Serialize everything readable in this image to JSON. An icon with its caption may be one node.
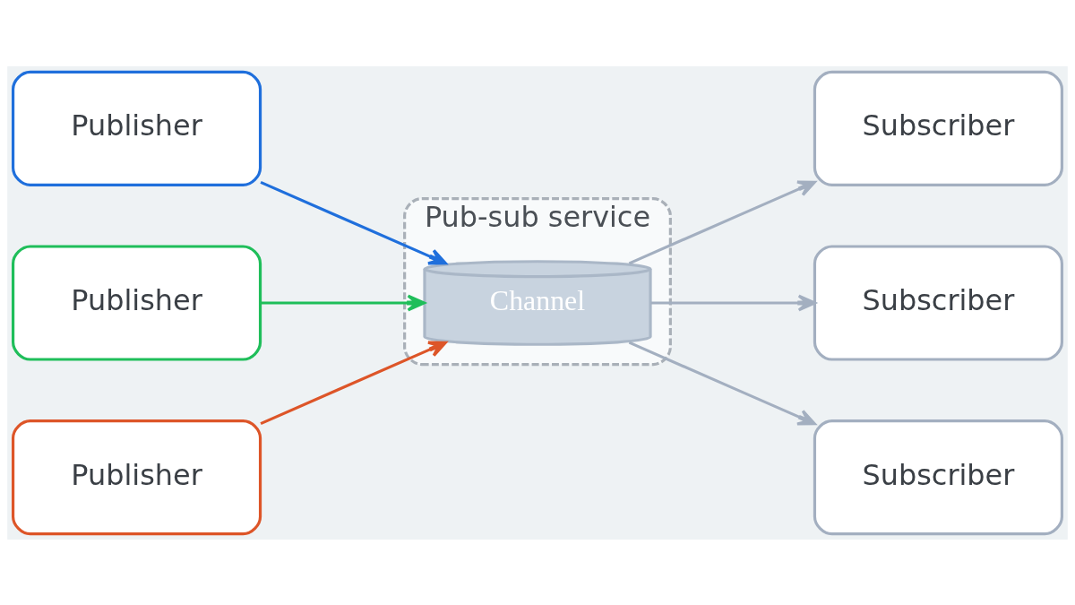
{
  "diagram": {
    "nodes": [
      {
        "text": [
          "Publisher"
        ]
      },
      {
        "text": [
          "Publisher"
        ]
      },
      {
        "text": [
          "Publisher"
        ]
      },
      {
        "text": [
          "Pub-sub service"
        ]
      },
      {
        "text": [
          "Channel"
        ],
        "in": 3
      },
      {
        "text": [
          "Subscriber"
        ]
      },
      {
        "text": [
          "Subscriber"
        ]
      },
      {
        "text": [
          "Subscriber"
        ]
      }
    ],
    "edges": [
      {
        "from": 0,
        "to": 4,
        "arrow": "to",
        "color": "#1f6fdc"
      },
      {
        "from": 1,
        "to": 4,
        "arrow": "to",
        "color": "#1fbe5a"
      },
      {
        "from": 2,
        "to": 4,
        "arrow": "to",
        "color": "#dd5528"
      },
      {
        "from": 4,
        "to": 5,
        "arrow": "to"
      },
      {
        "from": 4,
        "to": 6,
        "arrow": "to"
      },
      {
        "from": 4,
        "to": 7,
        "arrow": "to"
      }
    ]
  }
}
